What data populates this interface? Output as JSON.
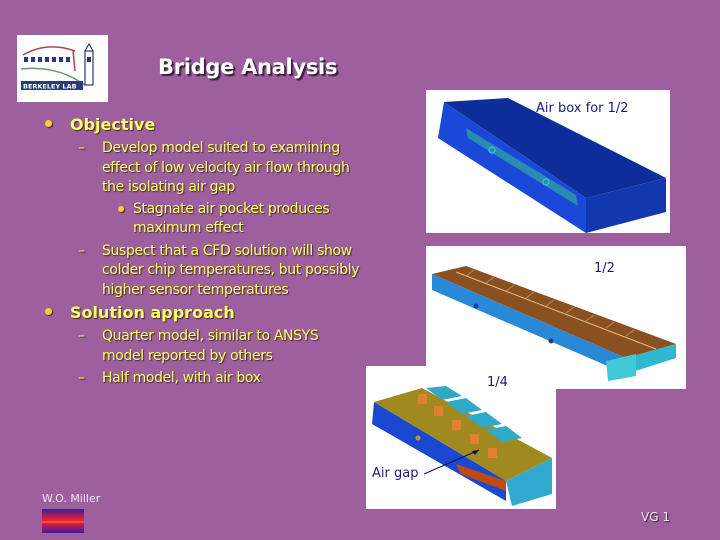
{
  "slide": {
    "title": "Bridge Analysis",
    "logo": {
      "icon": "berkeley-lab-logo",
      "text": "BERKELEY LAB"
    },
    "background_color": "#9e5f9e",
    "text_color": "#ffff66"
  },
  "bullets": [
    {
      "label": "Objective",
      "children": [
        {
          "text": "Develop model suited to examining effect of low velocity air flow through the isolating air gap",
          "children": [
            {
              "text": "Stagnate air pocket produces maximum effect"
            }
          ]
        },
        {
          "text": "Suspect that a CFD solution will show colder chip temperatures, but possibly higher sensor temperatures"
        }
      ]
    },
    {
      "label": "Solution approach",
      "children": [
        {
          "text": "Quarter model, similar to ANSYS model reported by others"
        },
        {
          "text": "Half model, with air box"
        }
      ]
    }
  ],
  "markers": {
    "dash": "–"
  },
  "figures": [
    {
      "caption": "Air box for 1/2",
      "description": "Blue air box enclosing half model"
    },
    {
      "caption": "1/2",
      "description": "Half model of bridge with chips"
    },
    {
      "caption": "1/4",
      "description": "Quarter model of bridge",
      "annotation": "Air gap"
    }
  ],
  "footer": {
    "author": "W.O. Miller",
    "page": "VG 1"
  }
}
